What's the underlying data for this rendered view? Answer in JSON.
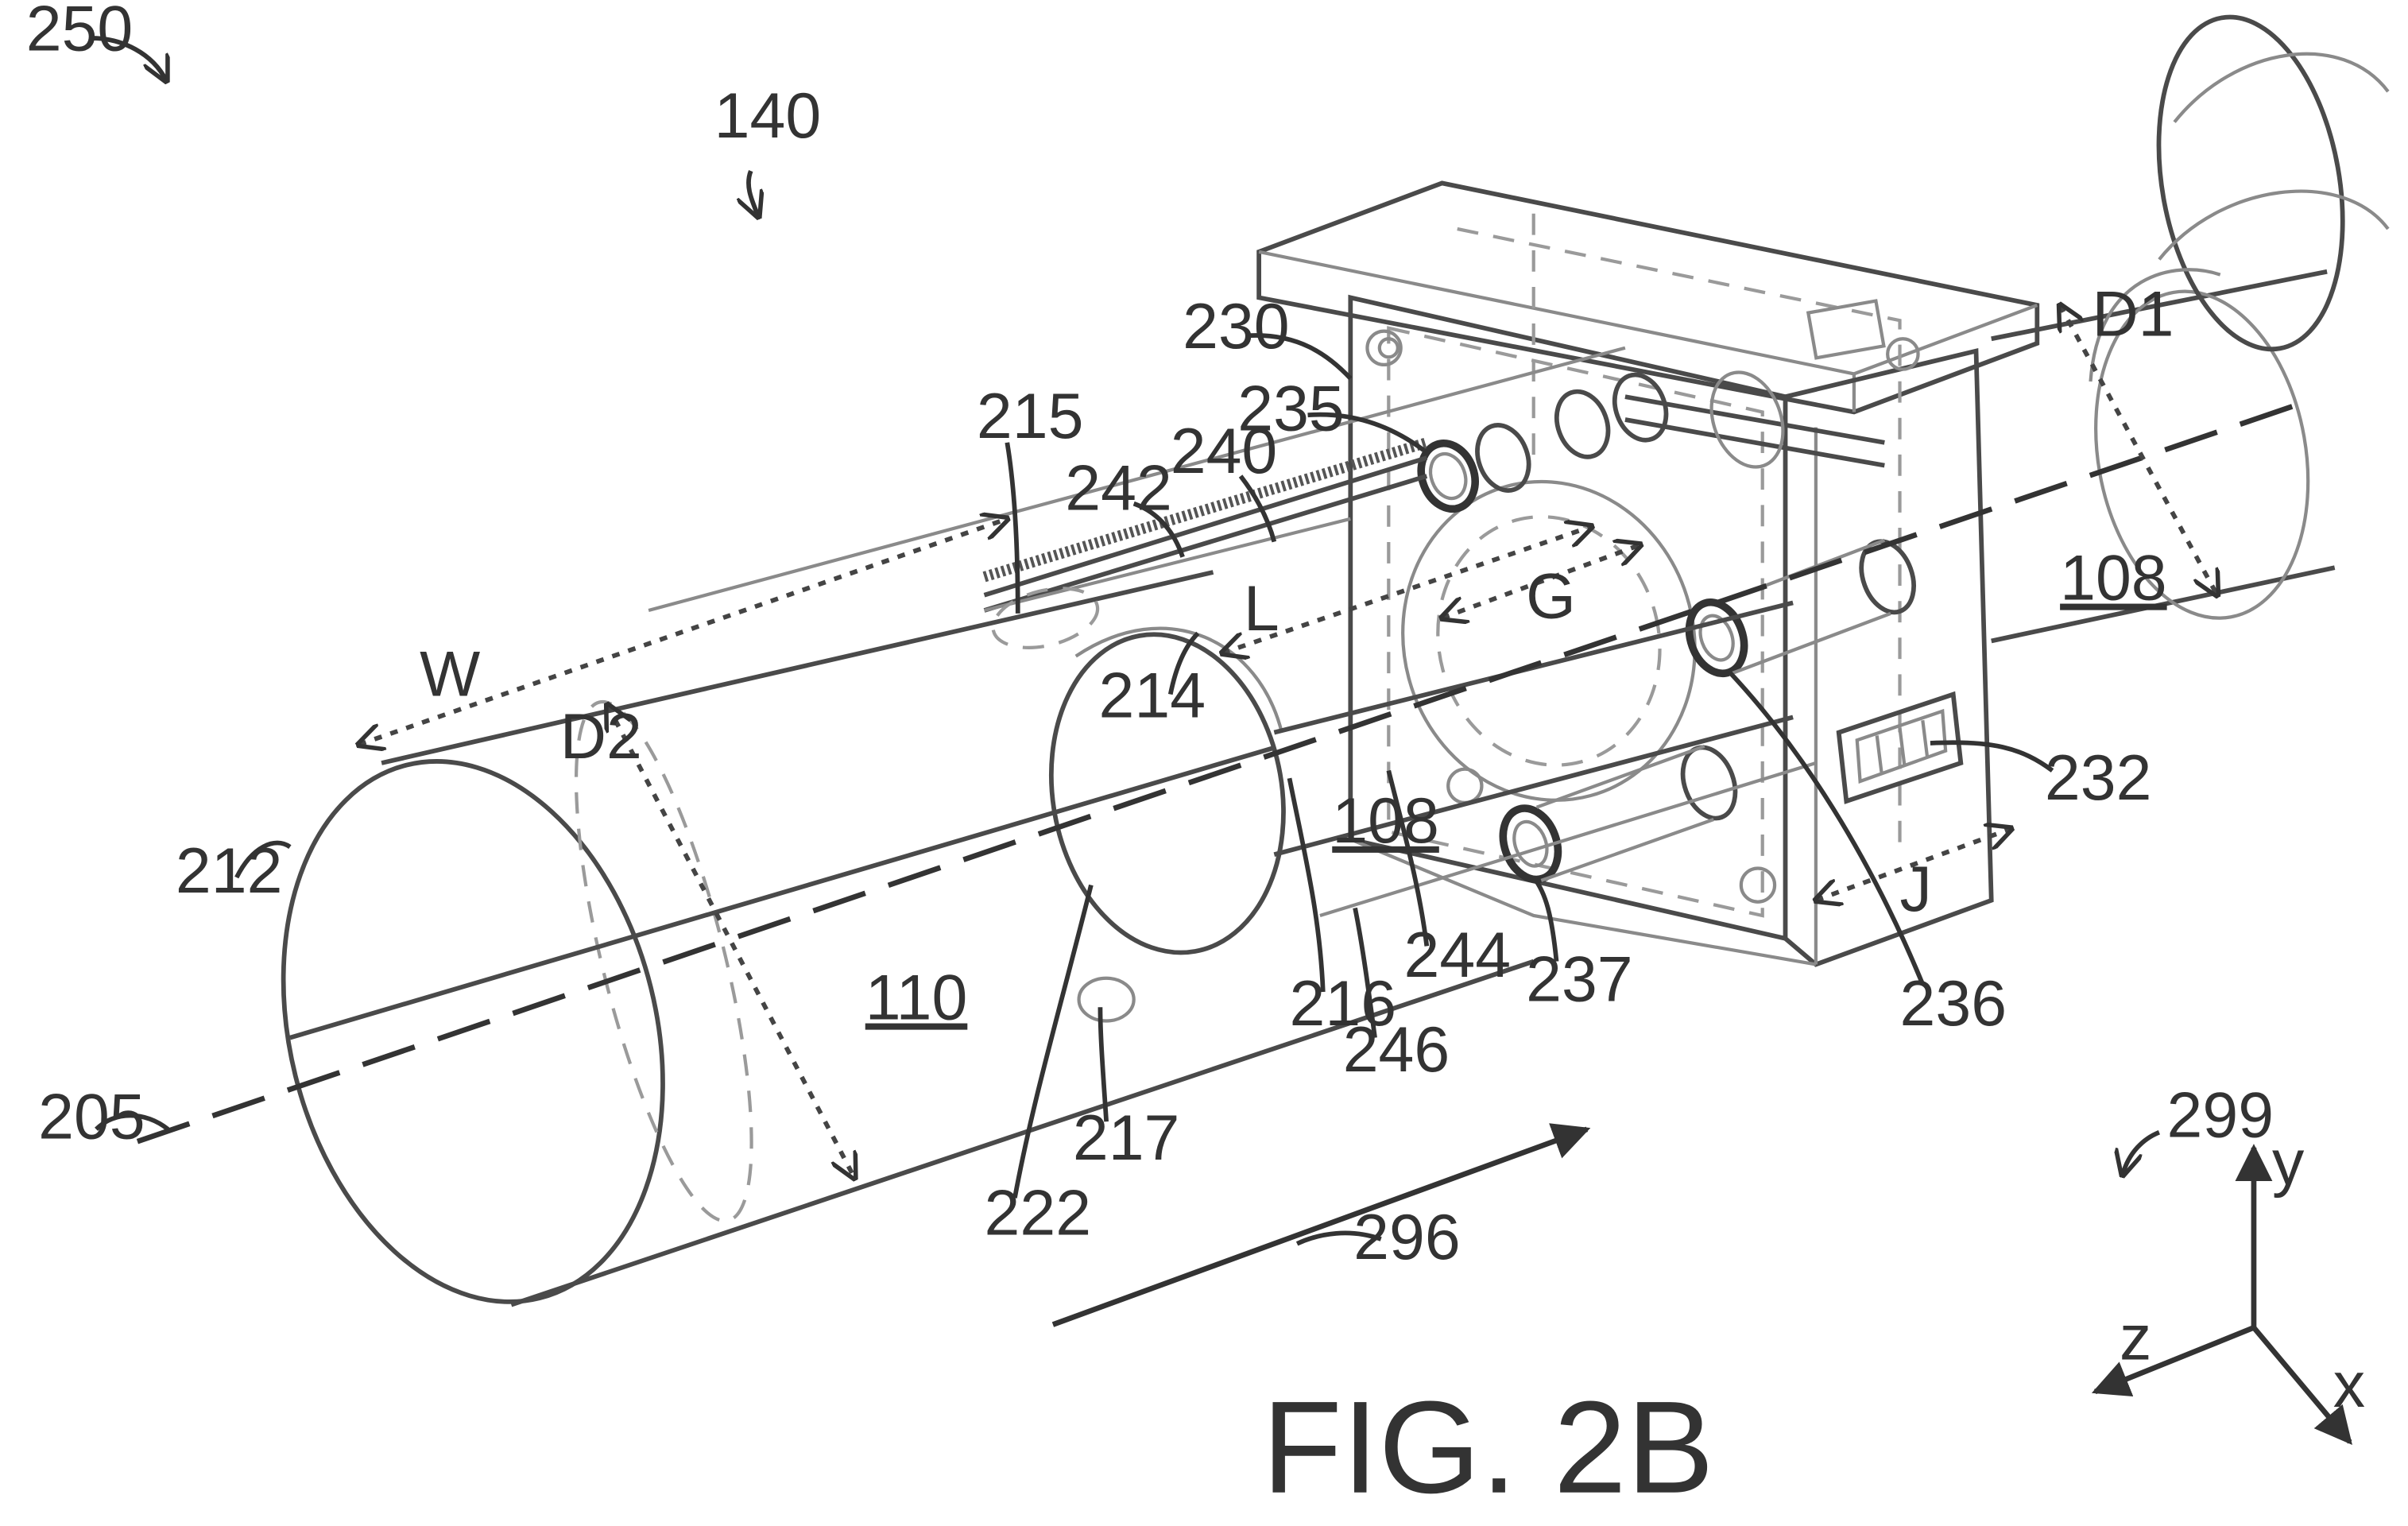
{
  "figure": {
    "caption": "FIG. 2B",
    "labels": {
      "l250": "250",
      "l140": "140",
      "l215": "215",
      "l242": "242",
      "l240": "240",
      "l235": "235",
      "l230": "230",
      "d1": "D1",
      "l108a": "108",
      "l108b": "108",
      "w": "W",
      "d2": "D2",
      "l": "L",
      "g": "G",
      "l214": "214",
      "l212": "212",
      "l110": "110",
      "l216": "216",
      "l244": "244",
      "l246": "246",
      "l217": "217",
      "l222": "222",
      "l237": "237",
      "l236": "236",
      "l232": "232",
      "j": "J",
      "l205": "205",
      "l296": "296",
      "l299": "299",
      "ax_y": "y",
      "ax_z": "z",
      "ax_x": "x"
    }
  }
}
